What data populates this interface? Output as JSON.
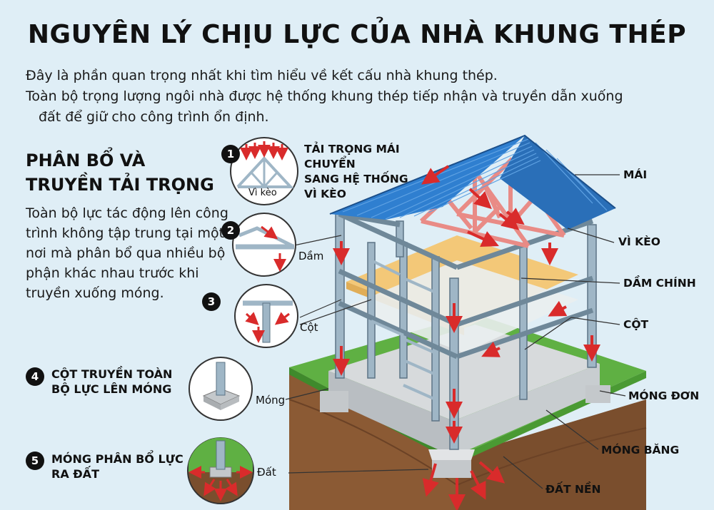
{
  "title": "NGUYÊN LÝ CHỊU LỰC CỦA NHÀ KHUNG THÉP",
  "intro": {
    "line1": "Đây là phần quan trọng nhất khi tìm hiểu về kết cấu nhà khung thép.",
    "line2": "Toàn bộ trọng lượng ngôi nhà được hệ thống khung thép tiếp nhận và truyền dẫn xuống",
    "line3": "đất để giữ cho công trình ổn định."
  },
  "section": {
    "heading_line1": "PHÂN BỔ VÀ",
    "heading_line2": "TRUYỀN TẢI TRỌNG",
    "body": "Toàn bộ lực tác động lên công trình không tập trung tại một nơi mà phân bổ qua nhiều bộ phận khác nhau trước khi truyền xuống móng."
  },
  "steps": [
    {
      "number": "1",
      "text_line1": "TẢI TRỌNG MÁI CHUYỂN",
      "text_line2": "SANG HỆ THỐNG",
      "text_line3": "VÌ KÈO",
      "inset_label": "Vì kèo"
    },
    {
      "number": "2",
      "inset_label": "Dầm"
    },
    {
      "number": "3",
      "inset_label": "Cột"
    },
    {
      "number": "4",
      "text_line1": "CỘT TRUYỀN TOÀN",
      "text_line2": "BỘ LỰC LÊN MÓNG",
      "inset_label": "Móng"
    },
    {
      "number": "5",
      "text_line1": "MÓNG PHÂN BỔ LỰC",
      "text_line2": "RA ĐẤT",
      "inset_label": "Đất"
    }
  ],
  "callouts": {
    "mai": "MÁI",
    "vi_keo": "VÌ KÈO",
    "dam_chinh": "DẦM CHÍNH",
    "cot": "CỘT",
    "mong_don": "MÓNG ĐƠN",
    "mong_bang": "MÓNG BĂNG",
    "dat_nen": "ĐẤT NỀN"
  },
  "colors": {
    "background": "#dfeef6",
    "roof": "#2f7fd0",
    "steel": "#9fb6c6",
    "truss": "#e98b86",
    "floor": "#f3c878",
    "grass": "#5fb043",
    "soil": "#8b5a34",
    "arrow": "#d92b2b"
  }
}
